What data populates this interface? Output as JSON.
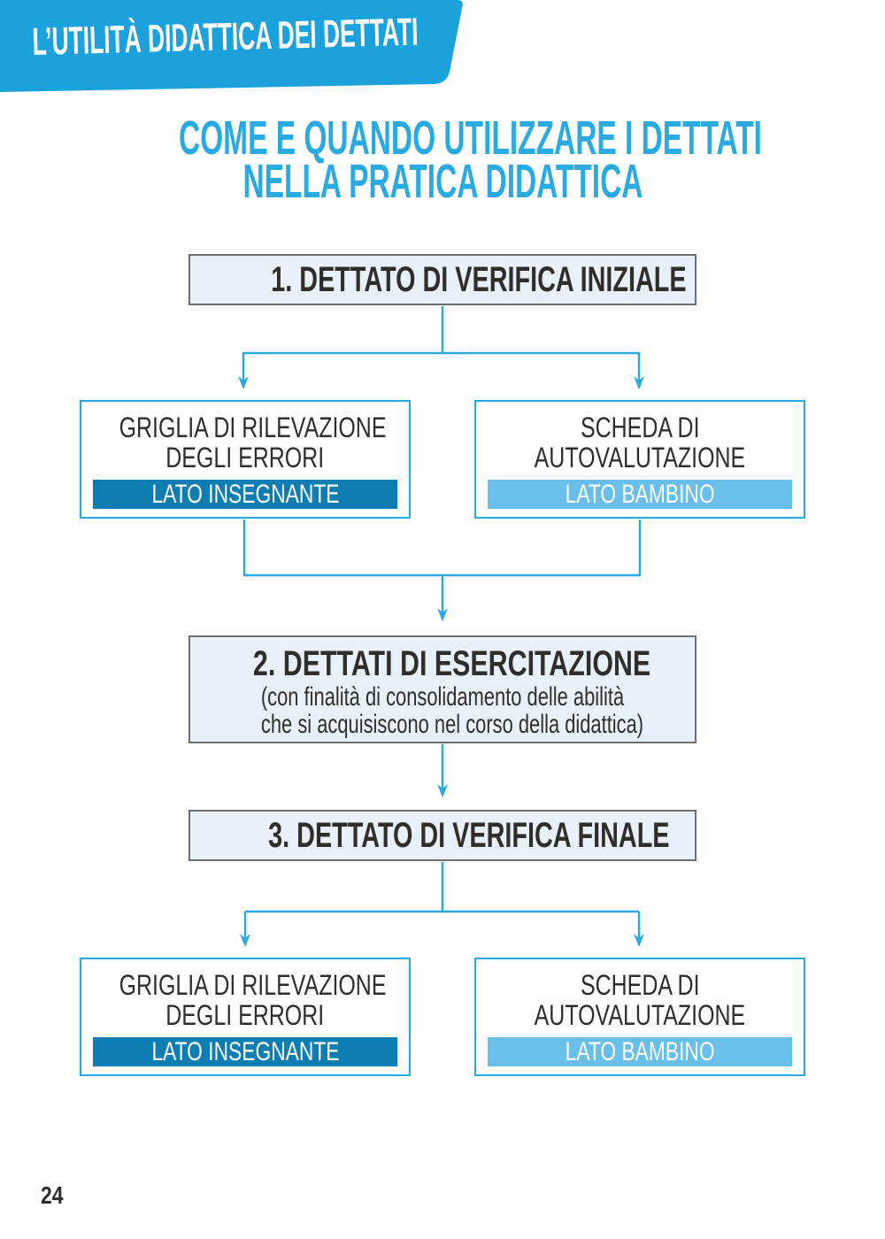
{
  "page": {
    "number": "24"
  },
  "banner": {
    "label": "L’UTILITÀ DIDATTICA DEI DETTATI"
  },
  "title": {
    "line1": "COME E QUANDO UTILIZZARE I DETTATI",
    "line2": "NELLA PRATICA DIDATTICA"
  },
  "flowchart": {
    "step1": {
      "label": "1. DETTATO DI VERIFICA INIZIALE"
    },
    "step2": {
      "label": "2. DETTATI DI ESERCITAZIONE",
      "sub_line1": "(con finalità di consolidamento delle abilità",
      "sub_line2": "che si acquisiscono nel corso della didattica)"
    },
    "step3": {
      "label": "3. DETTATO DI VERIFICA FINALE"
    },
    "teacher_box": {
      "line1": "GRIGLIA DI RILEVAZIONE",
      "line2": "DEGLI ERRORI",
      "band_label": "LATO INSEGNANTE"
    },
    "child_box": {
      "line1": "SCHEDA DI",
      "line2": "AUTOVALUTAZIONE",
      "band_label": "LATO BAMBINO"
    }
  },
  "colors": {
    "banner_blue": "#1ba2dc",
    "title_blue": "#29abe2",
    "line_blue": "#29a9e1",
    "box_fill": "#e8f1f9",
    "box_border": "#6e6f71",
    "side_border": "#29a9e1",
    "teacher_band": "#0e7eb2",
    "child_band": "#68bfe9",
    "text_dark": "#2e2e2d"
  }
}
